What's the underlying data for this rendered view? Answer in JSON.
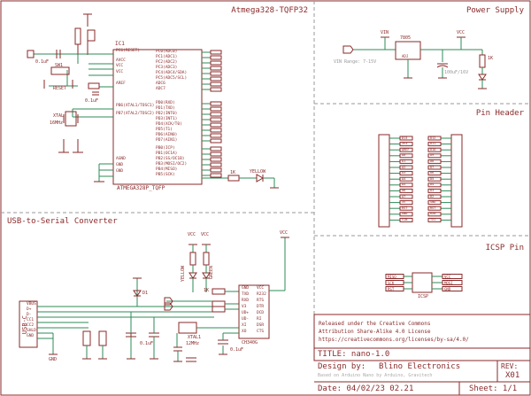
{
  "sections": {
    "mcu": "Atmega328-TQFP32",
    "power": "Power Supply",
    "header": "Pin Header",
    "usb": "USB-to-Serial Converter",
    "icsp": "ICSP Pin"
  },
  "mcu": {
    "ref": "IC1",
    "part": "ATMEGA328P_TQFP",
    "left_pins": [
      "PC6(RESET)",
      "AVCC",
      "VCC",
      "VCC",
      "AREF",
      "PB6(XTAL1/TOSC1)",
      "PB7(XTAL2/TOSC2)",
      "AGND",
      "GND",
      "GND"
    ],
    "right_pins": [
      "PC0(ADC0)",
      "PC1(ADC1)",
      "PC2(ADC2)",
      "PC3(ADC3)",
      "PC4(ADC4/SDA)",
      "PC5(ADC5/SCL)",
      "ADC6",
      "ADC7",
      "PD0(RXD)",
      "PD1(TXD)",
      "PD2(INT0)",
      "PD3(INT1)",
      "PD4(XCK/T0)",
      "PD5(T1)",
      "PD6(AIN0)",
      "PD7(AIN1)",
      "PB0(ICP)",
      "PB1(OC1A)",
      "PB2(SS/OC1B)",
      "PB3(MOSI/OC2)",
      "PB4(MISO)",
      "PB5(SCK)"
    ],
    "reset_label": "RESET",
    "sw_label": "SW1",
    "cap1": "0.1uF",
    "cap2": "0.1uF",
    "xtal": "XTAL",
    "xtal_freq": "16MHz",
    "res_1k": "1K",
    "led_label": "YELLOW"
  },
  "power": {
    "vin": "VIN",
    "vcc": "VCC",
    "reg": "7805",
    "reg_pins": "ADJ",
    "note": "VIN Range: 7-15V",
    "cap": "100uF/16V",
    "res": "1K"
  },
  "usb": {
    "conn": "USB-C",
    "pins": [
      "VBUS",
      "D+",
      "D-",
      "CC1",
      "CC2",
      "SHLD",
      "GND"
    ],
    "chip": "CH340G",
    "chip_left": [
      "GND",
      "TXD",
      "RXD",
      "V3",
      "UD+",
      "UD-",
      "XI",
      "XO"
    ],
    "chip_right": [
      "VCC",
      "R232",
      "RTS",
      "DTR",
      "DCD",
      "RI",
      "DSR",
      "CTS"
    ],
    "diode": "D1",
    "xtal": "XTAL1",
    "xtal_freq": "12MHz",
    "cap": "0.1uF",
    "cap2": "0.1uF",
    "led_yellow": "YELLOW",
    "led_green": "GREEN",
    "res": "1K",
    "gnd": "GND",
    "vcc": "VCC"
  },
  "header_block": {
    "left_labels": [
      "D13",
      "3V3",
      "AREF",
      "A0",
      "A1",
      "A2",
      "A3",
      "A4",
      "A5",
      "A6",
      "A7",
      "5V",
      "RST",
      "GND",
      "VIN"
    ],
    "right_labels": [
      "D12",
      "D11",
      "D10",
      "D9",
      "D8",
      "D7",
      "D6",
      "D5",
      "D4",
      "D3",
      "D2",
      "GND",
      "RST",
      "RX0",
      "TX1"
    ]
  },
  "icsp": {
    "label": "ICSP",
    "left": [
      "MISO",
      "SCK",
      "RST"
    ],
    "right": [
      "VCC",
      "MOSI",
      "GND"
    ]
  },
  "license": {
    "line1": "Released under the Creative Commons",
    "line2": "Attribution Share-Alike 4.0 License",
    "line3": "https://creativecommons.org/licenses/by-sa/4.0/"
  },
  "titleblock": {
    "title": "TITLE: nano-1.0",
    "design_by": "Design by:",
    "company": "Blino Electronics",
    "based_on": "Based on Arduino Nano by Arduino, Gravitech",
    "rev_label": "REV:",
    "rev": "X01",
    "date": "Date: 04/02/23 02.21",
    "sheet": "Sheet: 1/1"
  },
  "colors": {
    "frame": "#8a2a2a",
    "wire": "#2e8b57",
    "part": "#8a2a2a",
    "dash": "#999999"
  }
}
